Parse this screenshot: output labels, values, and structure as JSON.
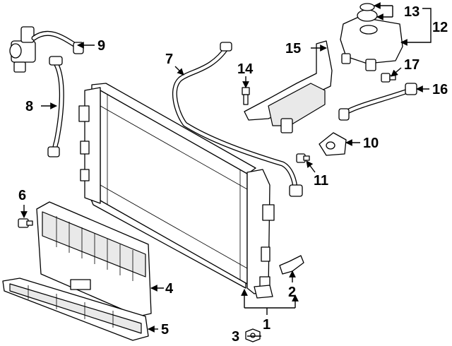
{
  "diagram": {
    "callouts": [
      {
        "id": "c1",
        "text": "1"
      },
      {
        "id": "c2",
        "text": "2"
      },
      {
        "id": "c3",
        "text": "3"
      },
      {
        "id": "c4",
        "text": "4"
      },
      {
        "id": "c5",
        "text": "5"
      },
      {
        "id": "c6",
        "text": "6"
      },
      {
        "id": "c7",
        "text": "7"
      },
      {
        "id": "c8",
        "text": "8"
      },
      {
        "id": "c9",
        "text": "9"
      },
      {
        "id": "c10",
        "text": "10"
      },
      {
        "id": "c11",
        "text": "11"
      },
      {
        "id": "c12",
        "text": "12"
      },
      {
        "id": "c13",
        "text": "13"
      },
      {
        "id": "c14",
        "text": "14"
      },
      {
        "id": "c15",
        "text": "15"
      },
      {
        "id": "c16",
        "text": "16"
      },
      {
        "id": "c17",
        "text": "17"
      }
    ],
    "colors": {
      "line": "#000000",
      "background": "#ffffff",
      "shade": "#e9e9e9"
    }
  }
}
